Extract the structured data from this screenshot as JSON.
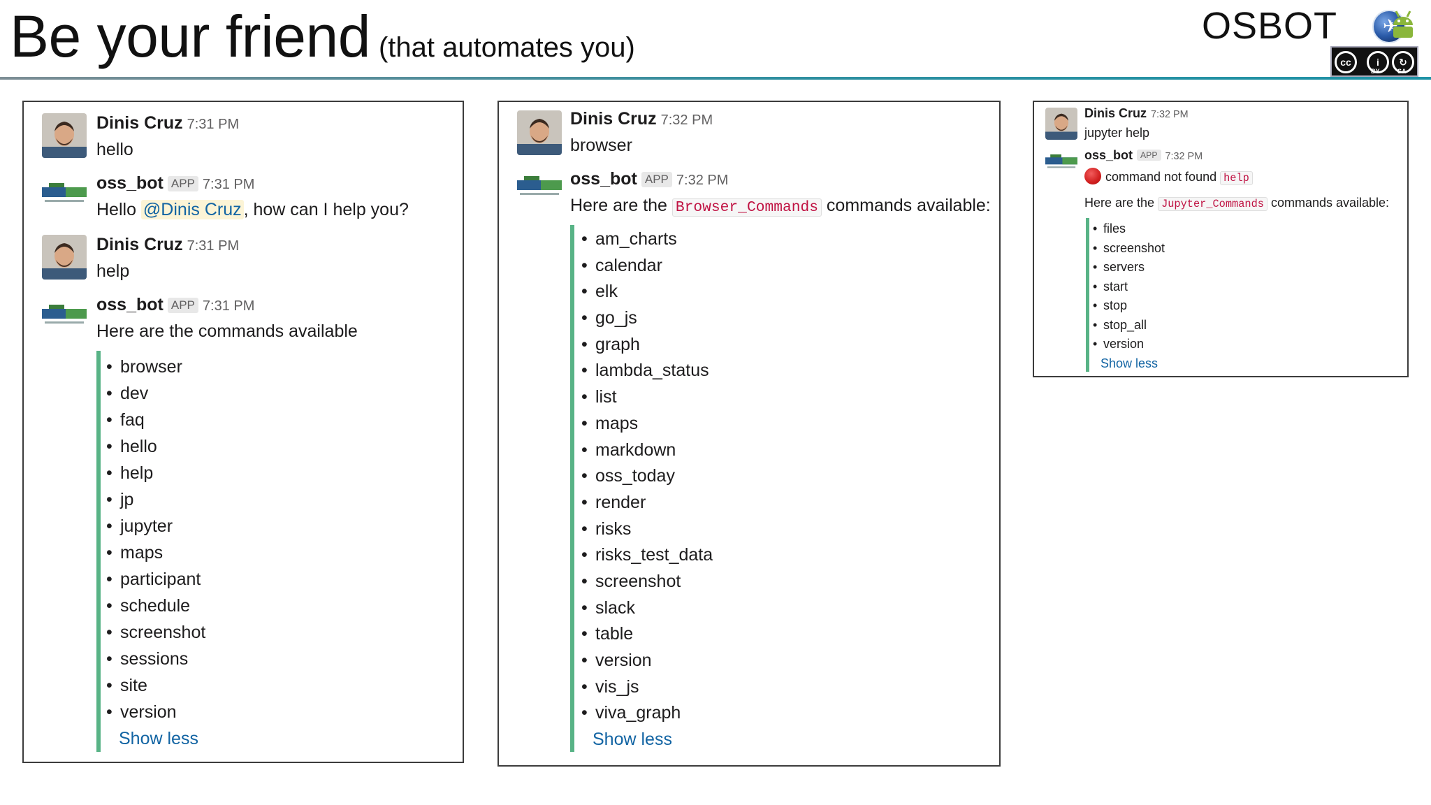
{
  "slide": {
    "title": "Be your friend",
    "subtitle": "(that automates you)",
    "brand": "OSBOT",
    "license_cc": "cc",
    "license_by": "BY",
    "license_sa": "SA"
  },
  "panels": {
    "left": {
      "messages": [
        {
          "sender": "Dinis Cruz",
          "time": "7:31 PM",
          "text": "hello"
        },
        {
          "sender": "oss_bot",
          "badge": "APP",
          "time": "7:31 PM",
          "text_before": "Hello ",
          "mention": "@Dinis Cruz",
          "text_after": ", how can I help you?"
        },
        {
          "sender": "Dinis Cruz",
          "time": "7:31 PM",
          "text": "help"
        },
        {
          "sender": "oss_bot",
          "badge": "APP",
          "time": "7:31 PM",
          "text": "Here are the commands available"
        }
      ],
      "commands": [
        "browser",
        "dev",
        "faq",
        "hello",
        "help",
        "jp",
        "jupyter",
        "maps",
        "participant",
        "schedule",
        "screenshot",
        "sessions",
        "site",
        "version"
      ],
      "show_less": "Show less"
    },
    "mid": {
      "messages": [
        {
          "sender": "Dinis Cruz",
          "time": "7:32 PM",
          "text": "browser"
        },
        {
          "sender": "oss_bot",
          "badge": "APP",
          "time": "7:32 PM",
          "text_before": "Here are the ",
          "code": "Browser_Commands",
          "text_after": " commands available:"
        }
      ],
      "commands": [
        "am_charts",
        "calendar",
        "elk",
        "go_js",
        "graph",
        "lambda_status",
        "list",
        "maps",
        "markdown",
        "oss_today",
        "render",
        "risks",
        "risks_test_data",
        "screenshot",
        "slack",
        "table",
        "version",
        "vis_js",
        "viva_graph"
      ],
      "show_less": "Show less"
    },
    "right": {
      "messages": [
        {
          "sender": "Dinis Cruz",
          "time": "7:32 PM",
          "text": "jupyter help"
        },
        {
          "sender": "oss_bot",
          "badge": "APP",
          "time": "7:32 PM",
          "error_text": "command not found ",
          "error_code": "help",
          "text_before": "Here are the ",
          "code": "Jupyter_Commands",
          "text_after": " commands available:"
        }
      ],
      "commands": [
        "files",
        "screenshot",
        "servers",
        "start",
        "stop",
        "stop_all",
        "version"
      ],
      "show_less": "Show less"
    }
  },
  "colors": {
    "attachment_bar": "#58b386",
    "link": "#1264a3",
    "code_text": "#c01343",
    "mention_bg": "#fcf4d6",
    "error": "#d11f1f"
  }
}
